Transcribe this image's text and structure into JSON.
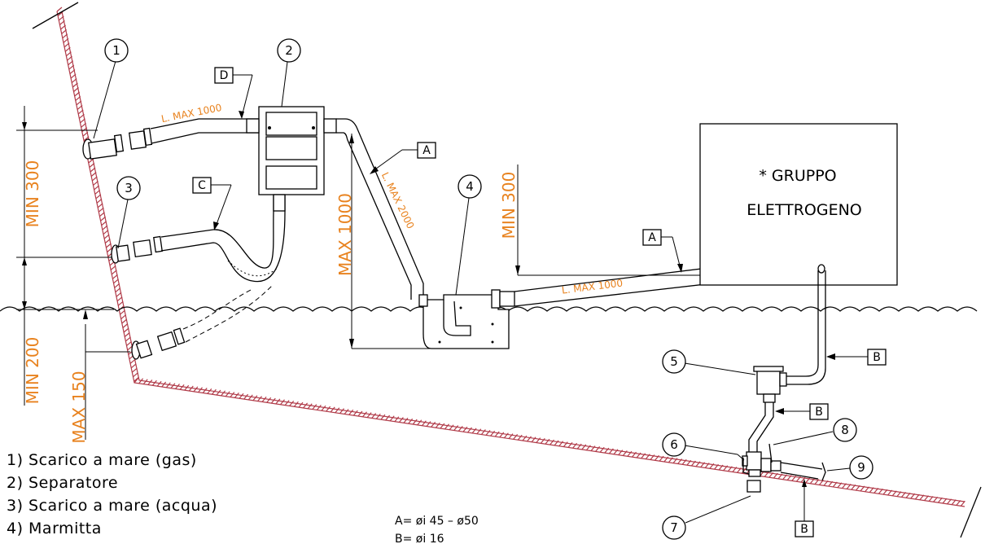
{
  "dimensions": {
    "min_300_left": "MIN 300",
    "min_200": "MIN 200",
    "max_150": "MAX 150",
    "max_1000": "MAX 1000",
    "min_300_right": "MIN 300",
    "l_max_1000_top": "L. MAX 1000",
    "l_max_2000": "L. MAX 2000",
    "l_max_1000_bottom": "L. MAX 1000"
  },
  "callouts": [
    "1",
    "2",
    "3",
    "4",
    "5",
    "6",
    "7",
    "8",
    "9"
  ],
  "tags": {
    "a1": "A",
    "a2": "A",
    "b1": "B",
    "b2": "B",
    "b3": "B",
    "c": "C",
    "d": "D"
  },
  "genset": {
    "line1": "* GRUPPO",
    "line2": "ELETTROGENO"
  },
  "legend": [
    "1) Scarico a mare (gas)",
    "2) Separatore",
    "3) Scarico a mare (acqua)",
    "4) Marmitta"
  ],
  "notes": {
    "a": "A= øi 45 – ø50",
    "b": "B= øi 16"
  },
  "colors": {
    "dimension_text": "#e8821e",
    "hull": "#b03a48",
    "lines": "#000000"
  }
}
